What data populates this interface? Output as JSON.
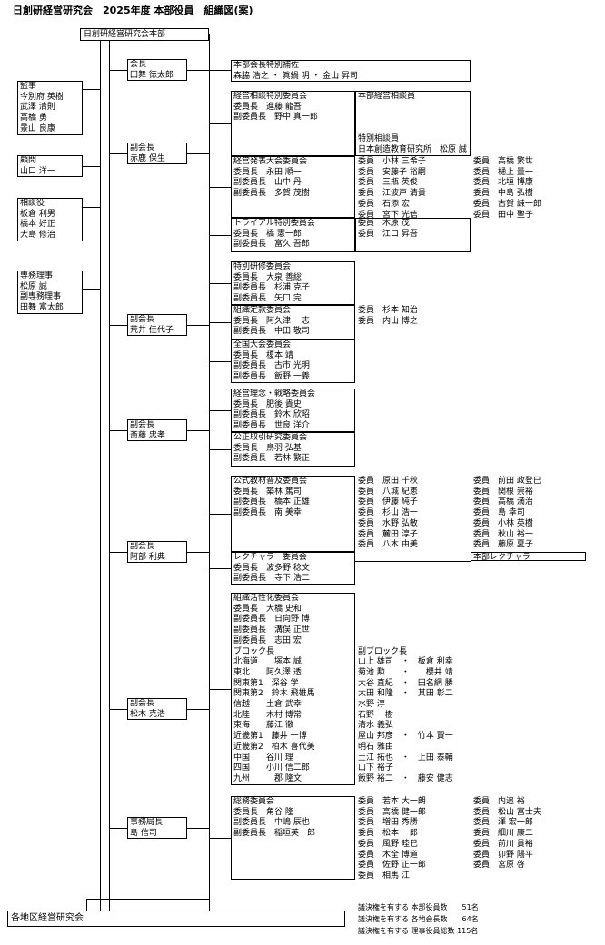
{
  "title": "日創研経営研究会　2025年度 本部役員　組織図(案)",
  "headquarters": "日創研経営研究会本部",
  "bottom_box": "各地区経営研究会",
  "left_boxes": [
    {
      "id": "kanji",
      "lines": [
        "監事",
        "今別府 英樹",
        "武澤 清則",
        "高橋 勇",
        "景山 良康"
      ]
    },
    {
      "id": "komon",
      "lines": [
        "顧問",
        "山口 洋一"
      ]
    },
    {
      "id": "sodanyaku",
      "lines": [
        "相談役",
        "板倉 利男",
        "橋本 好正",
        "大島 修治"
      ]
    },
    {
      "id": "senmu",
      "lines": [
        "専務理事",
        "松原 誠",
        "副専務理事",
        "田舞 富太郎"
      ]
    }
  ],
  "mid_boxes": [
    {
      "id": "kaicho",
      "lines": [
        "会長",
        "田舞 徳太郎"
      ]
    },
    {
      "id": "vp1",
      "lines": [
        "副会長",
        "赤鹿 保生"
      ]
    },
    {
      "id": "vp2",
      "lines": [
        "副会長",
        "荒井 佳代子"
      ]
    },
    {
      "id": "vp3",
      "lines": [
        "副会長",
        "斎藤 忠孝"
      ]
    },
    {
      "id": "vp4",
      "lines": [
        "副会長",
        "阿部 利典"
      ]
    },
    {
      "id": "vp5",
      "lines": [
        "副会長",
        "松木 克浩"
      ]
    },
    {
      "id": "jimu",
      "lines": [
        "事務局長",
        "島 信司"
      ]
    }
  ],
  "right_boxes": [
    {
      "id": "hosa",
      "lines": [
        "本部会長特別補佐",
        "森脇 浩之 ・ 眞鍋 明 ・ 金山 昇司"
      ]
    },
    {
      "id": "keiei_sodan",
      "lines": [
        "経営相談特別委員会",
        "委員長　進藤 龍吾",
        "副委員長　野中 真一郎"
      ]
    },
    {
      "id": "honbu_sodanin",
      "lines": [
        "本部経営相談員",
        "",
        "",
        "",
        "特別相談員",
        "日本創造教育研究所　松原 誠"
      ]
    },
    {
      "id": "happyo",
      "lines": [
        "経営発表大会委員会",
        "委員長　永田 順一",
        "副委員長　山中 丹",
        "副委員長　多賀 茂樹"
      ]
    },
    {
      "id": "happyo_m1",
      "lines": [
        "委員　小林 三希子",
        "委員　安藤子 裕嗣",
        "委員　三瓶 英俊",
        "委員　江波戸 清貴",
        "委員　石添 宏",
        "委員　宮下 光信"
      ]
    },
    {
      "id": "happyo_m2",
      "lines": [
        "委員　高橋 繁世",
        "委員　樋上 量一",
        "委員　北垣 博康",
        "委員　中島 弘樹",
        "委員　古賀 謙一郎",
        "委員　田中 聖子"
      ]
    },
    {
      "id": "trial",
      "lines": [
        "トライアル特別委員会",
        "委員長　橋 憲一郎",
        "副委員長　富久 吾郎"
      ]
    },
    {
      "id": "trial_m",
      "lines": [
        "委員　木原 茂",
        "委員　江口 昇吾"
      ]
    },
    {
      "id": "tokubetsu",
      "lines": [
        "特別研修委員会",
        "委員長　大泉 善総",
        "副委員長　杉浦 克子",
        "副委員長　矢口 完"
      ]
    },
    {
      "id": "teikan",
      "lines": [
        "組織定款委員会",
        "委員長　阿久津 一志",
        "副委員長　中田 敬司"
      ]
    },
    {
      "id": "teikan_m",
      "lines": [
        "委員　杉本 知治",
        "委員　内山 博之"
      ]
    },
    {
      "id": "zenkoku",
      "lines": [
        "全国大会委員会",
        "委員長　榎本 靖",
        "副委員長　古市 光明",
        "副委員長　飯野 一義"
      ]
    },
    {
      "id": "senryaku",
      "lines": [
        "経営理念・戦略委員会",
        "委員長　肥後 貴史",
        "副委員長　鈴木 欣昭",
        "副委員長　世良 洋介"
      ]
    },
    {
      "id": "kosei",
      "lines": [
        "公正取引研究委員会",
        "委員長　鳥羽 弘基",
        "副委員長　若林 繁正"
      ]
    },
    {
      "id": "kyozai",
      "lines": [
        "公式教材普及委員会",
        "委員長　築林 篤司",
        "副委員長　橋本 正雄",
        "副委員長　南 美幸"
      ]
    },
    {
      "id": "kyozai_m1",
      "lines": [
        "委員　原田 千秋",
        "委員　八城 紀恵",
        "委員　伊藤 純子",
        "委員　杉山 浩一",
        "委員　水野 弘敏",
        "委員　麓田 淳子",
        "委員　八木 由美"
      ]
    },
    {
      "id": "kyozai_m2",
      "lines": [
        "委員　前田 政登巳",
        "委員　関根 崇裕",
        "委員　高橋 満治",
        "委員　島 幸司",
        "委員　小林 英樹",
        "委員　秋山 裕一",
        "委員　藤原 夏子"
      ]
    },
    {
      "id": "lecturer",
      "lines": [
        "レクチャラー委員会",
        "委員長　波多野 稔文",
        "副委員長　寺下 浩二"
      ]
    },
    {
      "id": "honbu_lect",
      "lines": [
        "本部レクチャラー"
      ]
    },
    {
      "id": "katsuseika",
      "lines": [
        "組織活性化委員会",
        "委員長　大橋 史和",
        "副委員長　日向野 博",
        "副委員長　溝俣 正世",
        "副委員長　志田 宏",
        "ブロック長",
        "北海道　　塚本 誠",
        "東北　　阿久澤 透",
        "関東第1　深谷 学",
        "関東第2　鈴木 飛雄馬",
        "信越　　土倉 武幸",
        "北陸　　木村 博常",
        "東海　　藤江 徹",
        "近畿第1　藤井 一博",
        "近畿第2　柏木 喜代美",
        "中国　　谷川 理",
        "四国　　小川 信二郎",
        "九州　　　郡 隆文"
      ]
    },
    {
      "id": "katsuseika_sub",
      "lines": [
        "",
        "",
        "",
        "",
        "",
        "副ブロック長",
        "山上 雄司　・　板倉 利幸",
        "菊池 勲　　・　　櫻井 靖",
        "大谷 直紀　・　田名網 勝",
        "太田 和隆　・　其田 彰二",
        "水野 淳",
        "石野 一樹",
        "清水 義弘",
        "屋山 邦彦　・　竹本 賢一",
        "明石 雅由",
        "土江 拓也　・　上田 泰輔",
        "山下 裕子",
        "飯野 裕二　・　藤安 健志"
      ]
    },
    {
      "id": "somu",
      "lines": [
        "総務委員会",
        "委員長　角谷 隆",
        "副委員長　中嶋 辰也",
        "副委員長　稲垣英一郎"
      ]
    },
    {
      "id": "somu_m1",
      "lines": [
        "委員　若本 大一朗",
        "委員　高橋 健一郎",
        "委員　増田 秀勝",
        "委員　松本 一郎",
        "委員　風野 睦巳",
        "委員　木全 博道",
        "委員　佐野 正一郎",
        "委員　相馬 江"
      ]
    },
    {
      "id": "somu_m2",
      "lines": [
        "委員　内追 裕",
        "委員　松山 富士夫",
        "委員　澤 宏一郎",
        "委員　細川 康二",
        "委員　前川 貴裕",
        "委員　卯野 陽平",
        "委員　宮原 啓"
      ]
    }
  ],
  "totals": [
    "議決権を有する 本部役員数　　51名",
    "議決権を有する 各地会長数　　64名",
    "議決権を有する 理事役員総数 115名"
  ]
}
